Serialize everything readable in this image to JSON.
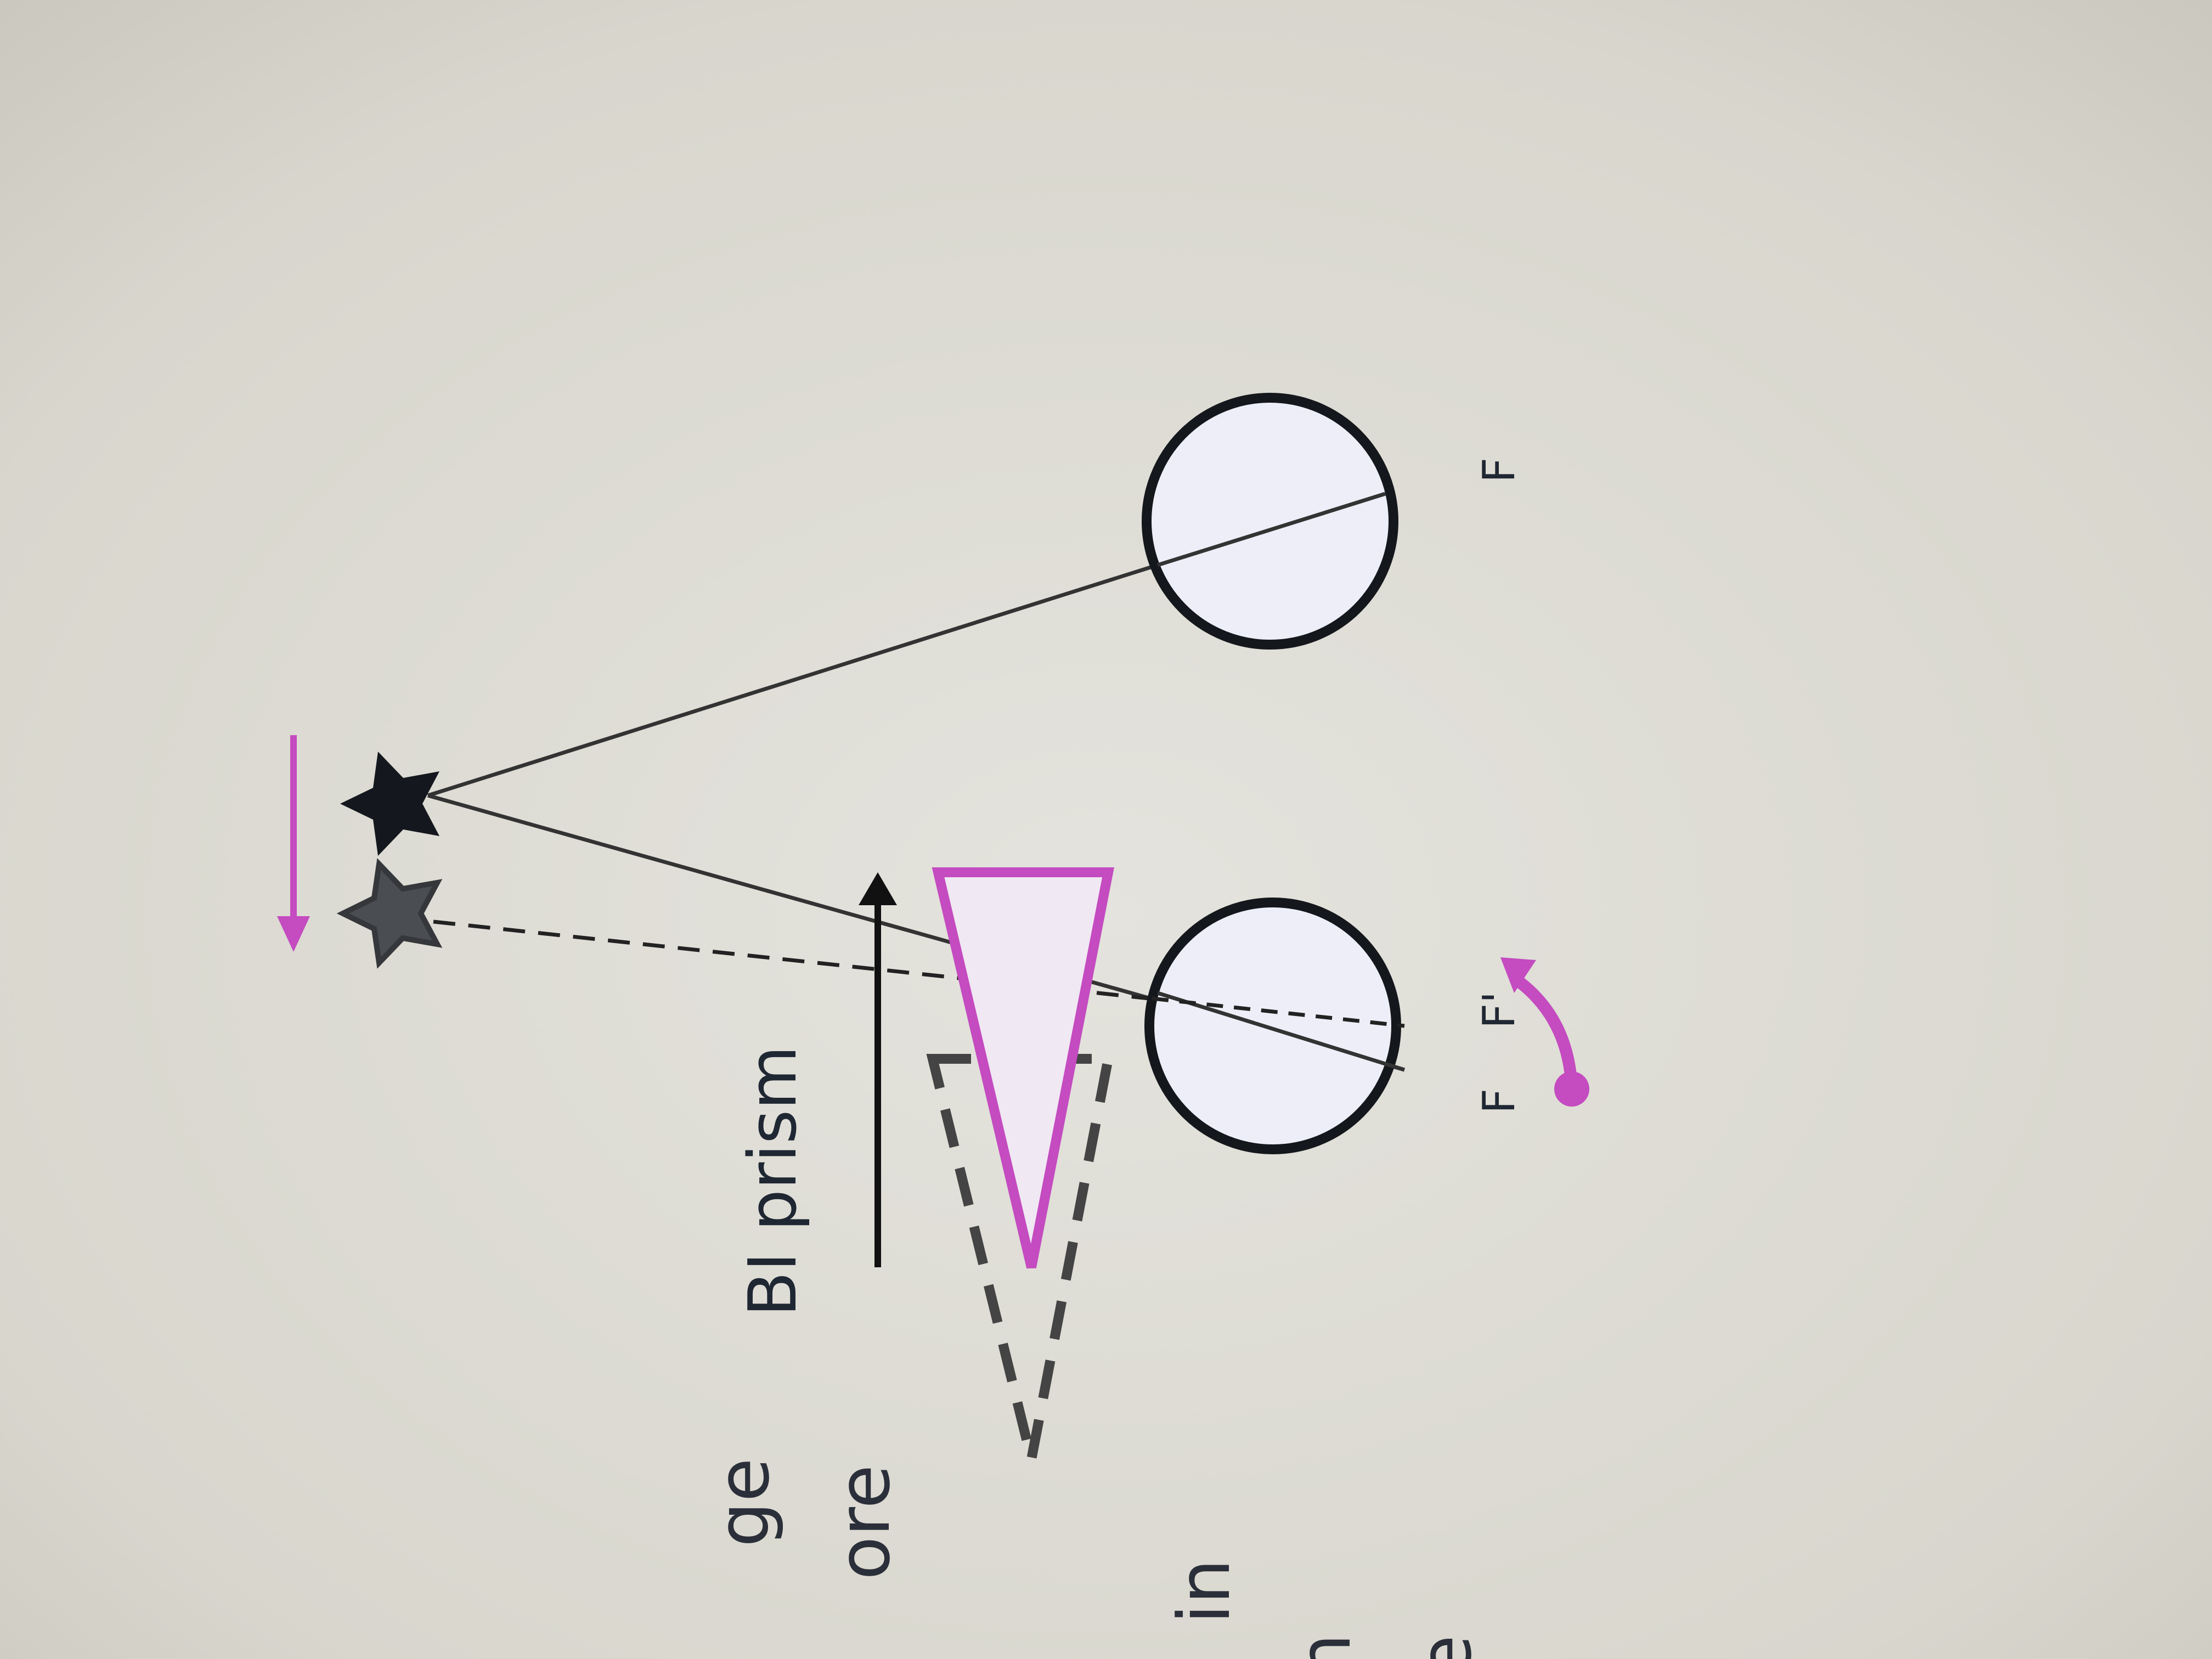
{
  "diagram": {
    "prism_label": "BI prism",
    "fixation_left": "F",
    "fixation_left_shifted": "F'",
    "fixation_right": "F",
    "edge_text_fragments": [
      "ge",
      "ore",
      "in",
      "n",
      "e"
    ]
  },
  "colors": {
    "accent": "#c44bc0",
    "eye_fill": "#eeeef8",
    "prism_fill": "#f0e8f3",
    "ink": "#1a1c22",
    "star_real": "#14181e",
    "star_image": "#4a4d52"
  },
  "icons": {
    "star_real": "star-icon",
    "star_image": "star-icon",
    "rotation_arrow": "curved-arrow-icon"
  }
}
